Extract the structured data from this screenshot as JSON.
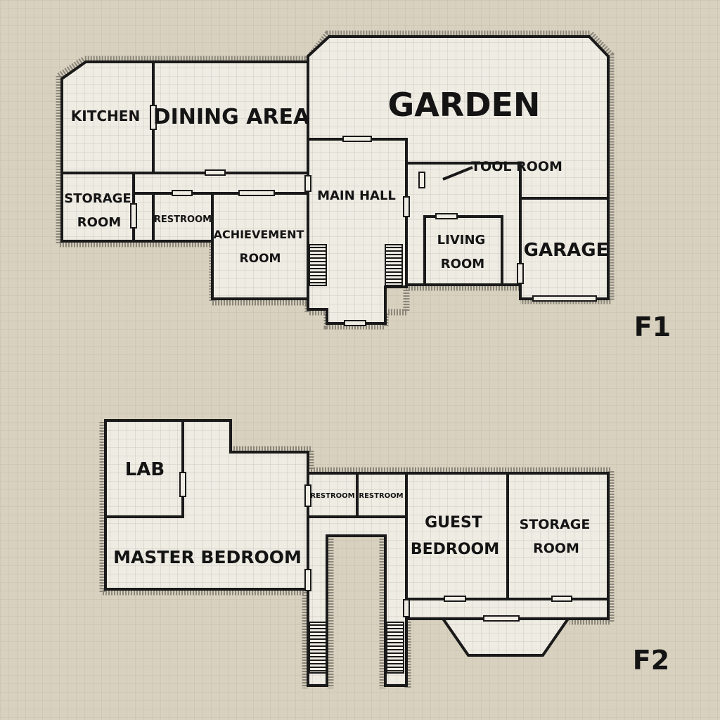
{
  "floors": [
    {
      "label": "F1",
      "rooms": {
        "kitchen": "KITCHEN",
        "dining_area": "DINING AREA",
        "garden": "GARDEN",
        "tool_room": "TOOL ROOM",
        "storage_room_line1": "STORAGE",
        "storage_room_line2": "ROOM",
        "restroom": "RESTROOM",
        "achievement_room_line1": "ACHIEVEMENT",
        "achievement_room_line2": "ROOM",
        "main_hall": "MAIN HALL",
        "living_room_line1": "LIVING",
        "living_room_line2": "ROOM",
        "garage": "GARAGE"
      }
    },
    {
      "label": "F2",
      "rooms": {
        "lab": "LAB",
        "master_bedroom": "MASTER BEDROOM",
        "restroom_1": "RESTROOM",
        "restroom_2": "RESTROOM",
        "guest_bedroom_line1": "GUEST",
        "guest_bedroom_line2": "BEDROOM",
        "storage_room_line1": "STORAGE",
        "storage_room_line2": "ROOM"
      }
    }
  ]
}
